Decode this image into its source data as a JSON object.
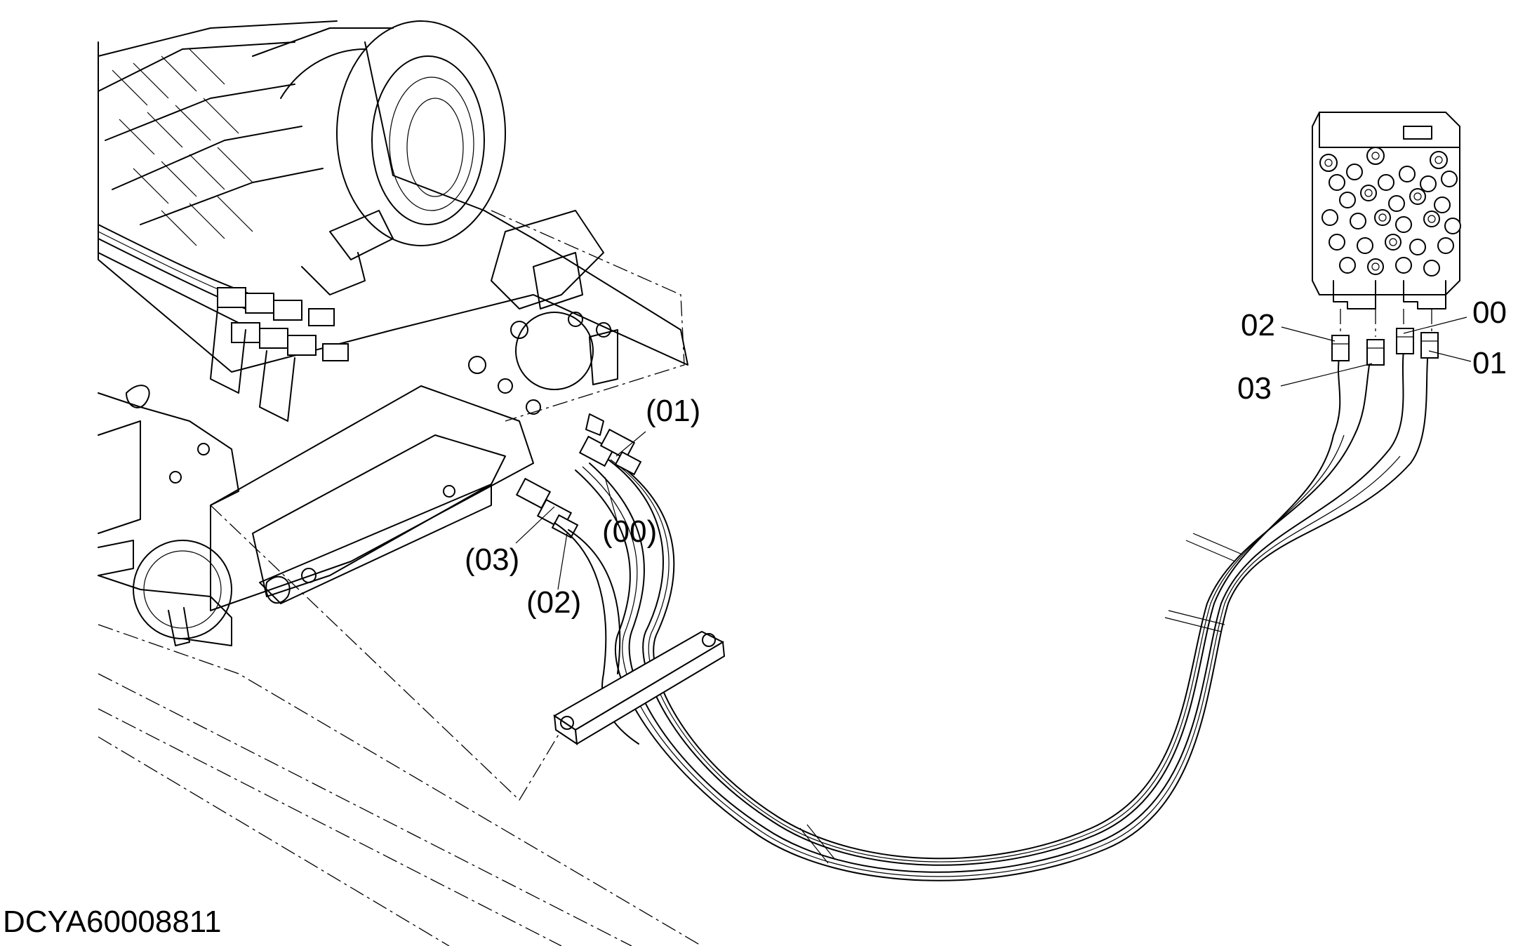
{
  "drawing_code": "DCYA60008811",
  "callouts_left": {
    "c01": "(01)",
    "c00": "(00)",
    "c03": "(03)",
    "c02": "(02)"
  },
  "callouts_right": {
    "c02": "02",
    "c03": "03",
    "c00": "00",
    "c01": "01"
  },
  "colors": {
    "ink": "#000000",
    "paper": "#ffffff"
  }
}
